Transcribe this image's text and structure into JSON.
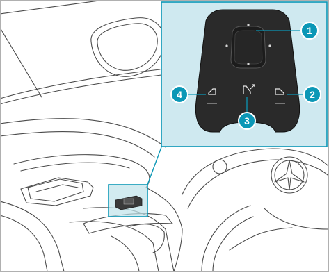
{
  "callouts": [
    {
      "number": "1"
    },
    {
      "number": "2"
    },
    {
      "number": "3"
    },
    {
      "number": "4"
    }
  ],
  "colors": {
    "accent": "#0b97b6",
    "inset_bg": "#cfe9f0",
    "panel": "#2a2a2a",
    "line": "#4a4a4a",
    "highlight": "#bfe2ea"
  }
}
